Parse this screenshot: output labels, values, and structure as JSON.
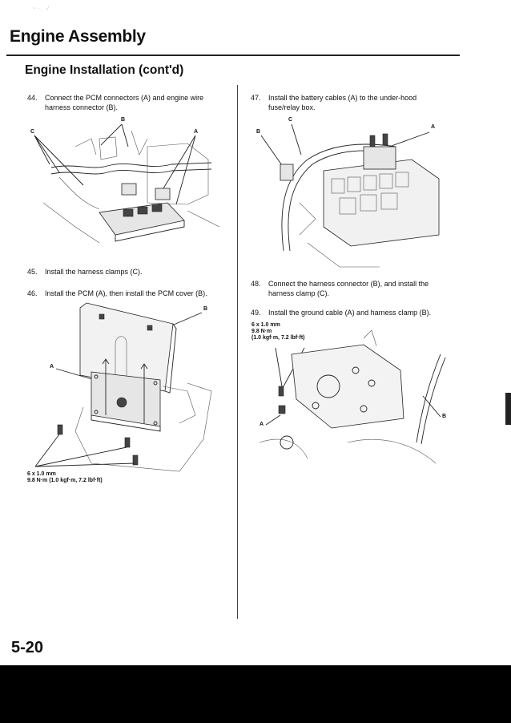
{
  "header": {
    "section_title": "Engine Assembly",
    "sub_title": "Engine Installation (cont'd)"
  },
  "left_column": {
    "step44": {
      "num": "44.",
      "line1": "Connect the PCM connectors (A) and engine wire",
      "line2": "harness connector (B)."
    },
    "fig1_callouts": {
      "a": "A",
      "b": "B",
      "c": "C"
    },
    "step45": {
      "num": "45.",
      "text": "Install the harness clamps (C)."
    },
    "step46": {
      "num": "46.",
      "text": "Install the PCM (A), then install the PCM cover (B)."
    },
    "fig2_callouts": {
      "a": "A",
      "b": "B"
    },
    "fig2_spec": {
      "line1": "6 x 1.0 mm",
      "line2": "9.8 N·m (1.0 kgf·m, 7.2 lbf·ft)"
    }
  },
  "right_column": {
    "step47": {
      "num": "47.",
      "line1": "Install the battery cables (A) to the under-hood",
      "line2": "fuse/relay box."
    },
    "fig3_callouts": {
      "a": "A",
      "b": "B",
      "c": "C"
    },
    "step48": {
      "num": "48.",
      "line1": "Connect the harness connector (B), and install the",
      "line2": "harness clamp (C)."
    },
    "step49": {
      "num": "49.",
      "text": "Install the ground cable (A) and harness clamp (B)."
    },
    "fig4_spec": {
      "line1": "6 x 1.0 mm",
      "line2": "9.8 N·m",
      "line3": "(1.0 kgf·m, 7.2 lbf·ft)"
    },
    "fig4_callouts": {
      "a": "A",
      "b": "B"
    }
  },
  "footer": {
    "page_number": "5-20"
  }
}
